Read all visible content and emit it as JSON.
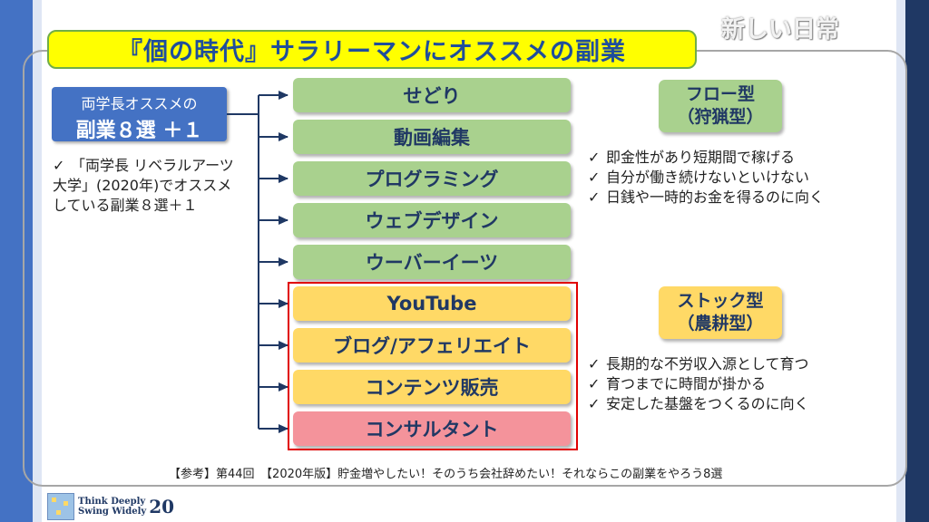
{
  "corner_label": "新しい日常",
  "title": "『個の時代』サラリーマンにオススメの副業",
  "source_box": {
    "line1": "両学長オススメの",
    "line2": "副業８選 ＋１"
  },
  "source_note": "「両学長 リベラルアーツ大学」(2020年)でオススメしている副業８選＋１",
  "check_mark": "✓",
  "items": [
    {
      "label": "せどり",
      "color": "green"
    },
    {
      "label": "動画編集",
      "color": "green"
    },
    {
      "label": "プログラミング",
      "color": "green"
    },
    {
      "label": "ウェブデザイン",
      "color": "green"
    },
    {
      "label": "ウーバーイーツ",
      "color": "green"
    },
    {
      "label": "YouTube",
      "color": "orange"
    },
    {
      "label": "ブログ/アフェリエイト",
      "color": "orange"
    },
    {
      "label": "コンテンツ販売",
      "color": "orange"
    },
    {
      "label": "コンサルタント",
      "color": "pink"
    }
  ],
  "flow": {
    "line1": "フロー型",
    "line2": "（狩猟型）",
    "points": [
      "即金性があり短期間で稼げる",
      "自分が働き続けないといけない",
      "日銭や一時的お金を得るのに向く"
    ]
  },
  "stock": {
    "line1": "ストック型",
    "line2": "（農耕型）",
    "points": [
      "長期的な不労収入源として育つ",
      "育つまでに時間が掛かる",
      "安定した基盤をつくるのに向く"
    ]
  },
  "reference": "【参考】第44回　【2020年版】貯金増やしたい！そのうち会社辞めたい！それならこの副業をやろう8選",
  "logo": {
    "line1": "Think Deeply",
    "line2": "Swing Widely",
    "number": "20"
  },
  "colors": {
    "accent_blue": "#4472c4",
    "title_yellow": "#ffff00",
    "flow_green": "#a9d18e",
    "stock_yellow": "#ffd966",
    "pink": "#f4939b",
    "highlight_red": "#e00000"
  }
}
